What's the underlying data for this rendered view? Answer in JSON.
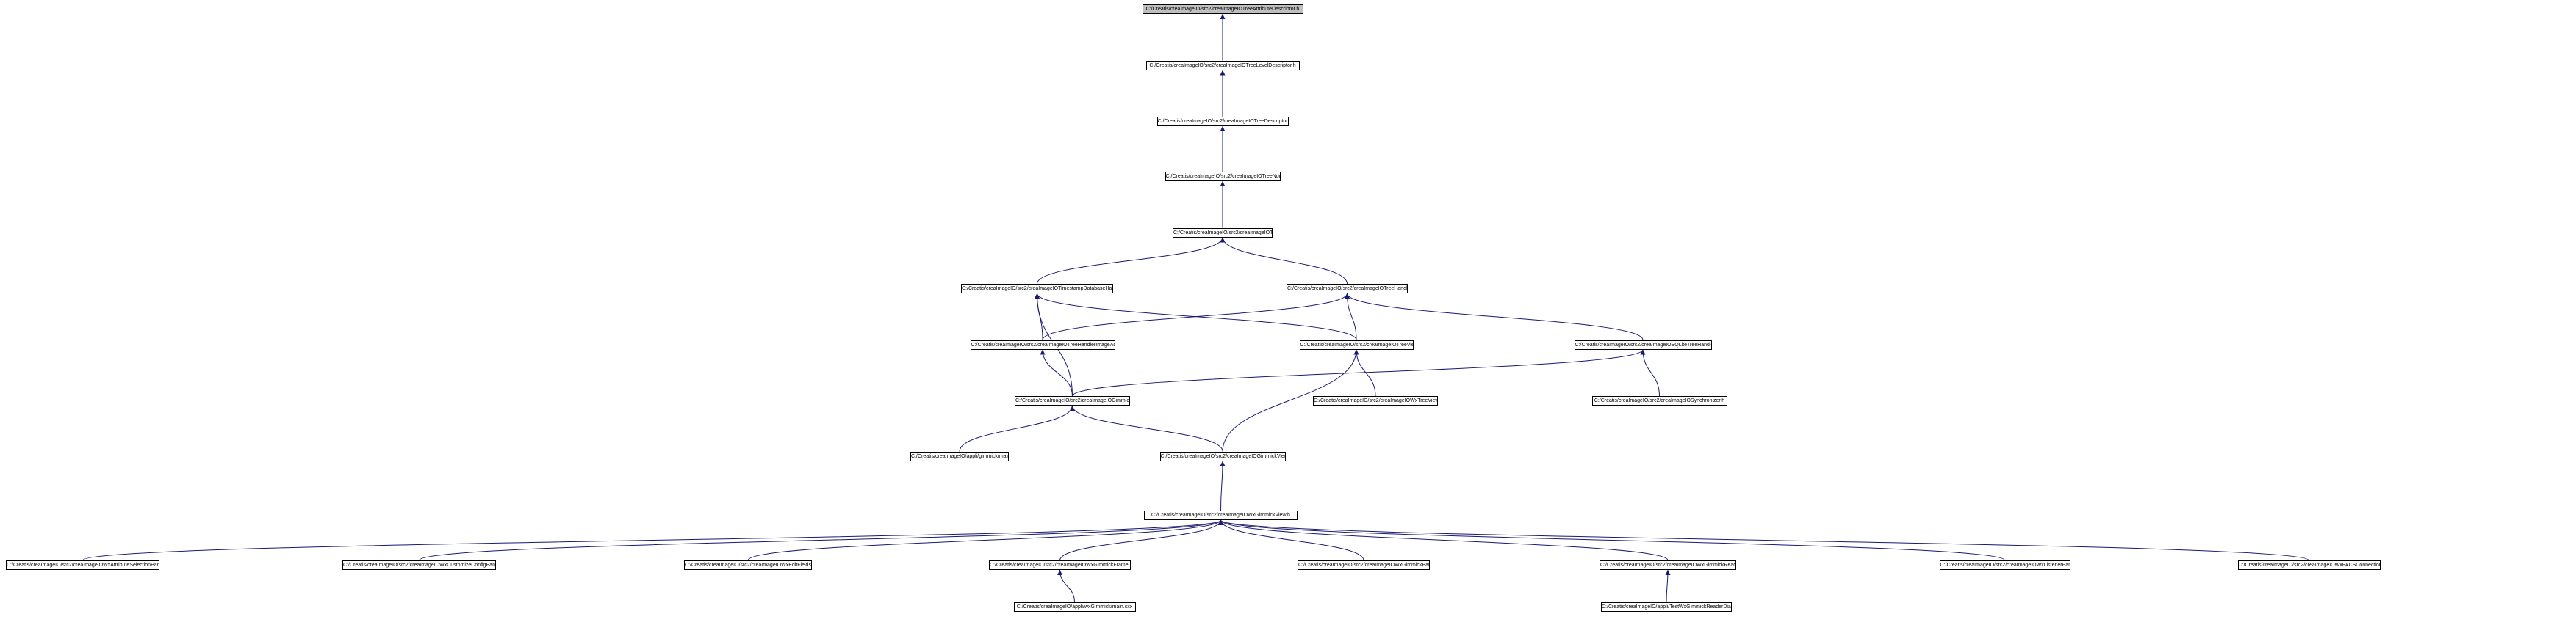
{
  "colors": {
    "edge": "#191970",
    "node_border": "#000000",
    "root_fill": "#bfbfbf",
    "node_fill": "#ffffff"
  },
  "nodes": [
    {
      "id": "attr_desc",
      "label": "C:/Creatis/creaImageIO/src2/creaImageIOTreeAttributeDescriptor.h",
      "root": true
    },
    {
      "id": "level_desc",
      "label": "C:/Creatis/creaImageIO/src2/creaImageIOTreeLevelDescriptor.h"
    },
    {
      "id": "tree_desc",
      "label": "C:/Creatis/creaImageIO/src2/creaImageIOTreeDescriptor.h"
    },
    {
      "id": "tree_node",
      "label": "C:/Creatis/creaImageIO/src2/creaImageIOTreeNode.h"
    },
    {
      "id": "tree",
      "label": "C:/Creatis/creaImageIO/src2/creaImageIOTree.h"
    },
    {
      "id": "ts_db",
      "label": "C:/Creatis/creaImageIO/src2/creaImageIOTimestampDatabaseHandler.h"
    },
    {
      "id": "tree_handler",
      "label": "C:/Creatis/creaImageIO/src2/creaImageIOTreeHandler.h"
    },
    {
      "id": "img_adder",
      "label": "C:/Creatis/creaImageIO/src2/creaImageIOTreeHandlerImageAdder.h"
    },
    {
      "id": "tree_view",
      "label": "C:/Creatis/creaImageIO/src2/creaImageIOTreeView.h"
    },
    {
      "id": "sqlite",
      "label": "C:/Creatis/creaImageIO/src2/creaImageIOSQLiteTreeHandler.h"
    },
    {
      "id": "gimmick",
      "label": "C:/Creatis/creaImageIO/src2/creaImageIOGimmick.h"
    },
    {
      "id": "wx_tree_view",
      "label": "C:/Creatis/creaImageIO/src2/creaImageIOWxTreeView.h"
    },
    {
      "id": "synchronizer",
      "label": "C:/Creatis/creaImageIO/src2/creaImageIOSynchronizer.h"
    },
    {
      "id": "gimmick_main",
      "label": "C:/Creatis/creaImageIO/appli/gimmick/main.cxx"
    },
    {
      "id": "gimmick_view",
      "label": "C:/Creatis/creaImageIO/src2/creaImageIOGimmickView.h"
    },
    {
      "id": "wx_gimmick_view",
      "label": "C:/Creatis/creaImageIO/src2/creaImageIOWxGimmickView.h"
    },
    {
      "id": "attr_sel_panel",
      "label": "C:/Creatis/creaImageIO/src2/creaImageIOWxAttributeSelectionPanel.h"
    },
    {
      "id": "cust_cfg_panel",
      "label": "C:/Creatis/creaImageIO/src2/creaImageIOWxCustomizeConfigPanel.h"
    },
    {
      "id": "edit_fields_panel",
      "label": "C:/Creatis/creaImageIO/src2/creaImageIOWxEditFieldsPanel.h"
    },
    {
      "id": "gimmick_frame",
      "label": "C:/Creatis/creaImageIO/src2/creaImageIOWxGimmickFrame.h"
    },
    {
      "id": "gimmick_panel",
      "label": "C:/Creatis/creaImageIO/src2/creaImageIOWxGimmickPanel.h"
    },
    {
      "id": "reader_dialog",
      "label": "C:/Creatis/creaImageIO/src2/creaImageIOWxGimmickReaderDialog.h"
    },
    {
      "id": "listener_panel",
      "label": "C:/Creatis/creaImageIO/src2/creaImageIOWxListenerPanel.h"
    },
    {
      "id": "pacs_panel",
      "label": "C:/Creatis/creaImageIO/src2/creaImageIOWxPACSConnectionPanel.h"
    },
    {
      "id": "wxgimmick_main",
      "label": "C:/Creatis/creaImageIO/appli/wxGimmick/main.cxx"
    },
    {
      "id": "test_reader_main",
      "label": "C:/Creatis/creaImageIO/appli/TestWxGimmickReaderDialog/main.cxx"
    }
  ],
  "edges": [
    [
      "level_desc",
      "attr_desc"
    ],
    [
      "tree_desc",
      "level_desc"
    ],
    [
      "tree_node",
      "tree_desc"
    ],
    [
      "tree",
      "tree_node"
    ],
    [
      "ts_db",
      "tree"
    ],
    [
      "tree_handler",
      "tree"
    ],
    [
      "img_adder",
      "ts_db"
    ],
    [
      "tree_view",
      "ts_db"
    ],
    [
      "gimmick",
      "ts_db"
    ],
    [
      "img_adder",
      "tree_handler"
    ],
    [
      "tree_view",
      "tree_handler"
    ],
    [
      "sqlite",
      "tree_handler"
    ],
    [
      "gimmick",
      "img_adder"
    ],
    [
      "wx_tree_view",
      "tree_view"
    ],
    [
      "gimmick_view",
      "tree_view"
    ],
    [
      "gimmick",
      "sqlite"
    ],
    [
      "synchronizer",
      "sqlite"
    ],
    [
      "gimmick_main",
      "gimmick"
    ],
    [
      "gimmick_view",
      "gimmick"
    ],
    [
      "wx_gimmick_view",
      "gimmick_view"
    ],
    [
      "attr_sel_panel",
      "wx_gimmick_view"
    ],
    [
      "cust_cfg_panel",
      "wx_gimmick_view"
    ],
    [
      "edit_fields_panel",
      "wx_gimmick_view"
    ],
    [
      "gimmick_frame",
      "wx_gimmick_view"
    ],
    [
      "gimmick_panel",
      "wx_gimmick_view"
    ],
    [
      "reader_dialog",
      "wx_gimmick_view"
    ],
    [
      "listener_panel",
      "wx_gimmick_view"
    ],
    [
      "pacs_panel",
      "wx_gimmick_view"
    ],
    [
      "wxgimmick_main",
      "gimmick_frame"
    ],
    [
      "test_reader_main",
      "reader_dialog"
    ]
  ]
}
